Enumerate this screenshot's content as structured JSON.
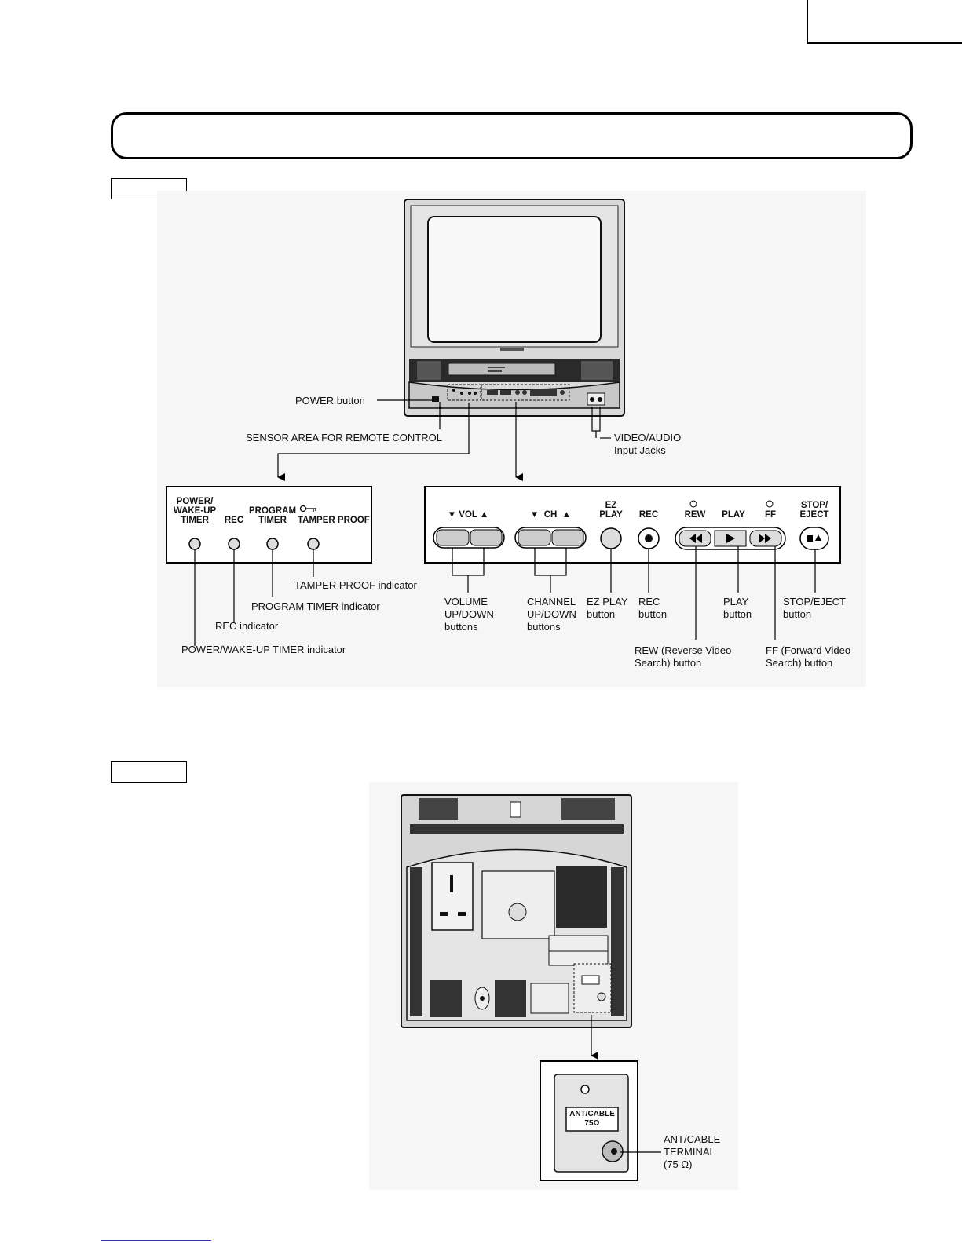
{
  "front_labels": {
    "power_button": "POWER button",
    "sensor_area": "SENSOR AREA FOR REMOTE CONTROL",
    "video_audio_jacks": "VIDEO/AUDIO\nInput Jacks",
    "tamper_proof_indicator": "TAMPER PROOF indicator",
    "program_timer_indicator": "PROGRAM TIMER indicator",
    "rec_indicator": "REC indicator",
    "power_wakeup_indicator": "POWER/WAKE-UP TIMER indicator",
    "volume_buttons": "VOLUME\nUP/DOWN\nbuttons",
    "channel_buttons": "CHANNEL\nUP/DOWN\nbuttons",
    "ez_play_button": "EZ PLAY\nbutton",
    "rec_button": "REC\nbutton",
    "play_button": "PLAY\nbutton",
    "stop_eject_button": "STOP/EJECT\nbutton",
    "rew_button": "REW (Reverse Video\nSearch) button",
    "ff_button": "FF (Forward Video\nSearch) button"
  },
  "indicator_panel": {
    "power_wakeup": "POWER/\nWAKE-UP\nTIMER",
    "rec": "REC",
    "program_timer": "PROGRAM\nTIMER",
    "tamper_proof": "TAMPER PROOF"
  },
  "control_panel": {
    "vol": "▼ VOL ▲",
    "ch": "▼  CH  ▲",
    "ez_play": "EZ\nPLAY",
    "rec": "REC",
    "rew": "REW",
    "play": "PLAY",
    "ff": "FF",
    "stop_eject": "STOP/\nEJECT"
  },
  "rear_labels": {
    "ant_cable_plate": "ANT/CABLE\n75Ω",
    "ant_cable_terminal": "ANT/CABLE\nTERMINAL\n(75 Ω)"
  }
}
